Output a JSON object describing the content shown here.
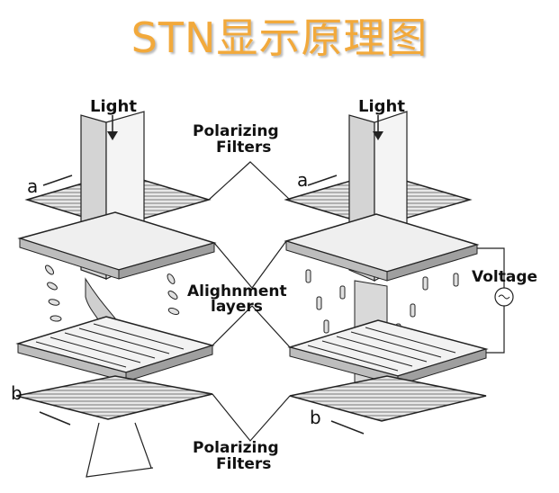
{
  "title": "STN显示原理图",
  "labels": {
    "light_left": "Light",
    "light_right": "Light",
    "polarizing_top_1": "Polarizing",
    "polarizing_top_2": "Filters",
    "alignment_1": "Alighnment",
    "alignment_2": "layers",
    "voltage": "Voltage",
    "polarizing_bottom_1": "Polarizing",
    "polarizing_bottom_2": "Filters",
    "a_left": "a",
    "a_right": "a",
    "b_left": "b",
    "b_right": "b"
  },
  "colors": {
    "title": "#f2a93b",
    "line": "#222222",
    "panel": "#d9d9d9",
    "hatch": "#8a8a8a"
  }
}
